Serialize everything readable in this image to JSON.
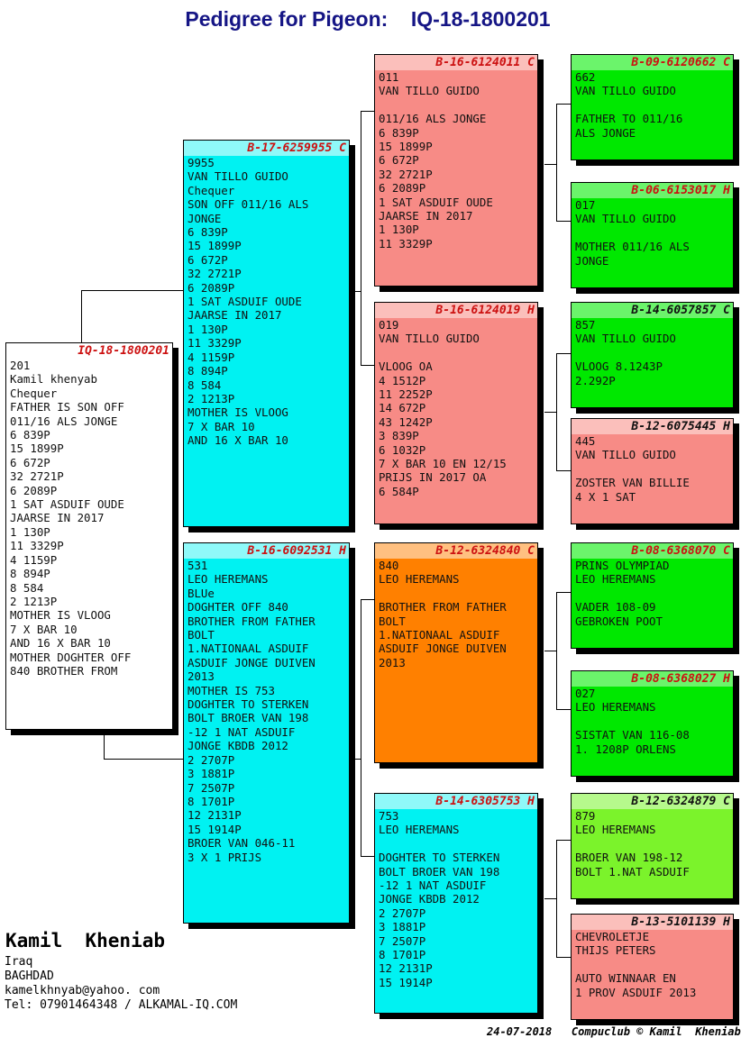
{
  "page": {
    "title": "Pedigree for Pigeon:    IQ-18-1800201"
  },
  "subject": {
    "ring": "IQ-18-1800201",
    "sex_code": "",
    "body": "201\nKamil khenyab\nChequer\nFATHER IS SON OFF\n011/16 ALS JONGE\n6 839P\n15 1899P\n6 672P\n32 2721P\n6 2089P\n1 SAT ASDUIF OUDE\nJAARSE IN 2017\n1 130P\n11 3329P\n4 1159P\n8 894P\n8 584\n2 1213P\nMOTHER IS VLOOG\n7 X BAR 10\nAND 16 X BAR 10\nMOTHER DOGHTER OFF\n840 BROTHER FROM"
  },
  "generation2": [
    {
      "id": "father",
      "ring": "B-17-6259955",
      "sex_code": "C",
      "color": "cyan",
      "body": "9955\nVAN TILLO GUIDO\nChequer\nSON OFF 011/16 ALS\nJONGE\n6 839P\n15 1899P\n6 672P\n32 2721P\n6 2089P\n1 SAT ASDUIF OUDE\nJAARSE IN 2017\n1 130P\n11 3329P\n4 1159P\n8 894P\n8 584\n2 1213P\nMOTHER IS VLOOG\n7 X BAR 10\nAND 16 X BAR 10"
    },
    {
      "id": "mother",
      "ring": "B-16-6092531",
      "sex_code": "H",
      "color": "cyan",
      "body": "531\nLEO HEREMANS\nBLUe\nDOGHTER OFF 840\nBROTHER FROM FATHER\nBOLT\n1.NATIONAAL ASDUIF\nASDUIF JONGE DUIVEN\n2013\nMOTHER IS 753\nDOGHTER TO STERKEN\nBOLT BROER VAN 198\n-12 1 NAT ASDUIF\nJONGE KBDB 2012\n2 2707P\n3 1881P\n7 2507P\n8 1701P\n12 2131P\n15 1914P\nBROER VAN 046-11\n3 X 1 PRIJS"
    }
  ],
  "generation3": [
    {
      "id": "ff",
      "ring": "B-16-6124011",
      "sex_code": "C",
      "color": "pink",
      "body": "011\nVAN TILLO GUIDO\n\n011/16 ALS JONGE\n6 839P\n15 1899P\n6 672P\n32 2721P\n6 2089P\n1 SAT ASDUIF OUDE\nJAARSE IN 2017\n1 130P\n11 3329P"
    },
    {
      "id": "fm",
      "ring": "B-16-6124019",
      "sex_code": "H",
      "color": "pink",
      "body": "019\nVAN TILLO GUIDO\n\nVLOOG OA\n4 1512P\n11 2252P\n14 672P\n43 1242P\n3 839P\n6 1032P\n7 X BAR 10 EN 12/15\nPRIJS IN 2017 OA\n6 584P"
    },
    {
      "id": "mf",
      "ring": "B-12-6324840",
      "sex_code": "C",
      "color": "orange",
      "body": "840\nLEO HEREMANS\n\nBROTHER FROM FATHER\nBOLT\n1.NATIONAAL ASDUIF\nASDUIF JONGE DUIVEN\n2013"
    },
    {
      "id": "mm",
      "ring": "B-14-6305753",
      "sex_code": "H",
      "color": "cyan",
      "body": "753\nLEO HEREMANS\n\nDOGHTER TO STERKEN\nBOLT BROER VAN 198\n-12 1 NAT ASDUIF\nJONGE KBDB 2012\n2 2707P\n3 1881P\n7 2507P\n8 1701P\n12 2131P\n15 1914P"
    }
  ],
  "generation4": [
    {
      "id": "fff",
      "ring": "B-09-6120662",
      "sex_code": "C",
      "color": "green",
      "body": "662\nVAN TILLO GUIDO\n\nFATHER TO 011/16\nALS JONGE"
    },
    {
      "id": "ffm",
      "ring": "B-06-6153017",
      "sex_code": "H",
      "color": "green",
      "body": "017\nVAN TILLO GUIDO\n\nMOTHER 011/16 ALS\nJONGE"
    },
    {
      "id": "fmf",
      "ring": "B-14-6057857",
      "sex_code": "C",
      "color": "green",
      "header_dark": true,
      "body": "857\nVAN TILLO GUIDO\n\nVLOOG 8.1243P\n2.292P"
    },
    {
      "id": "fmm",
      "ring": "B-12-6075445",
      "sex_code": "H",
      "color": "pink",
      "header_dark": true,
      "body": "445\nVAN TILLO GUIDO\n\nZOSTER VAN BILLIE\n4 X 1 SAT"
    },
    {
      "id": "mff",
      "ring": "B-08-6368070",
      "sex_code": "C",
      "color": "green",
      "body": "PRINS OLYMPIAD\nLEO HEREMANS\n\nVADER 108-09\nGEBROKEN POOT"
    },
    {
      "id": "mfm",
      "ring": "B-08-6368027",
      "sex_code": "H",
      "color": "green",
      "body": "027\nLEO HEREMANS\n\nSISTAT VAN 116-08\n1. 1208P ORLENS"
    },
    {
      "id": "mmf",
      "ring": "B-12-6324879",
      "sex_code": "C",
      "color": "lgreen",
      "header_dark": true,
      "body": "879\nLEO HEREMANS\n\nBROER VAN 198-12\nBOLT 1.NAT ASDUIF"
    },
    {
      "id": "mmm",
      "ring": "B-13-5101139",
      "sex_code": "H",
      "color": "pink",
      "header_dark": true,
      "body": "CHEVROLETJE\nTHIJS PETERS\n\nAUTO WINNAAR EN\n1 PROV ASDUIF 2013"
    }
  ],
  "footer": {
    "owner": "Kamil  Kheniab",
    "address": "Iraq\nBAGHDAD\nkamelkhnyab@yahoo. com\nTel: 07901464348 / ALKAMAL-IQ.COM",
    "credit": "24-07-2018   Compuclub © Kamil  Kheniab"
  },
  "colors": {
    "title": "#151585",
    "ring_text": "#cc1111",
    "cyan": "#00f2f2",
    "pink": "#f78b86",
    "orange": "#ff8000",
    "green": "#00e800",
    "light_green": "#7bf32b"
  }
}
